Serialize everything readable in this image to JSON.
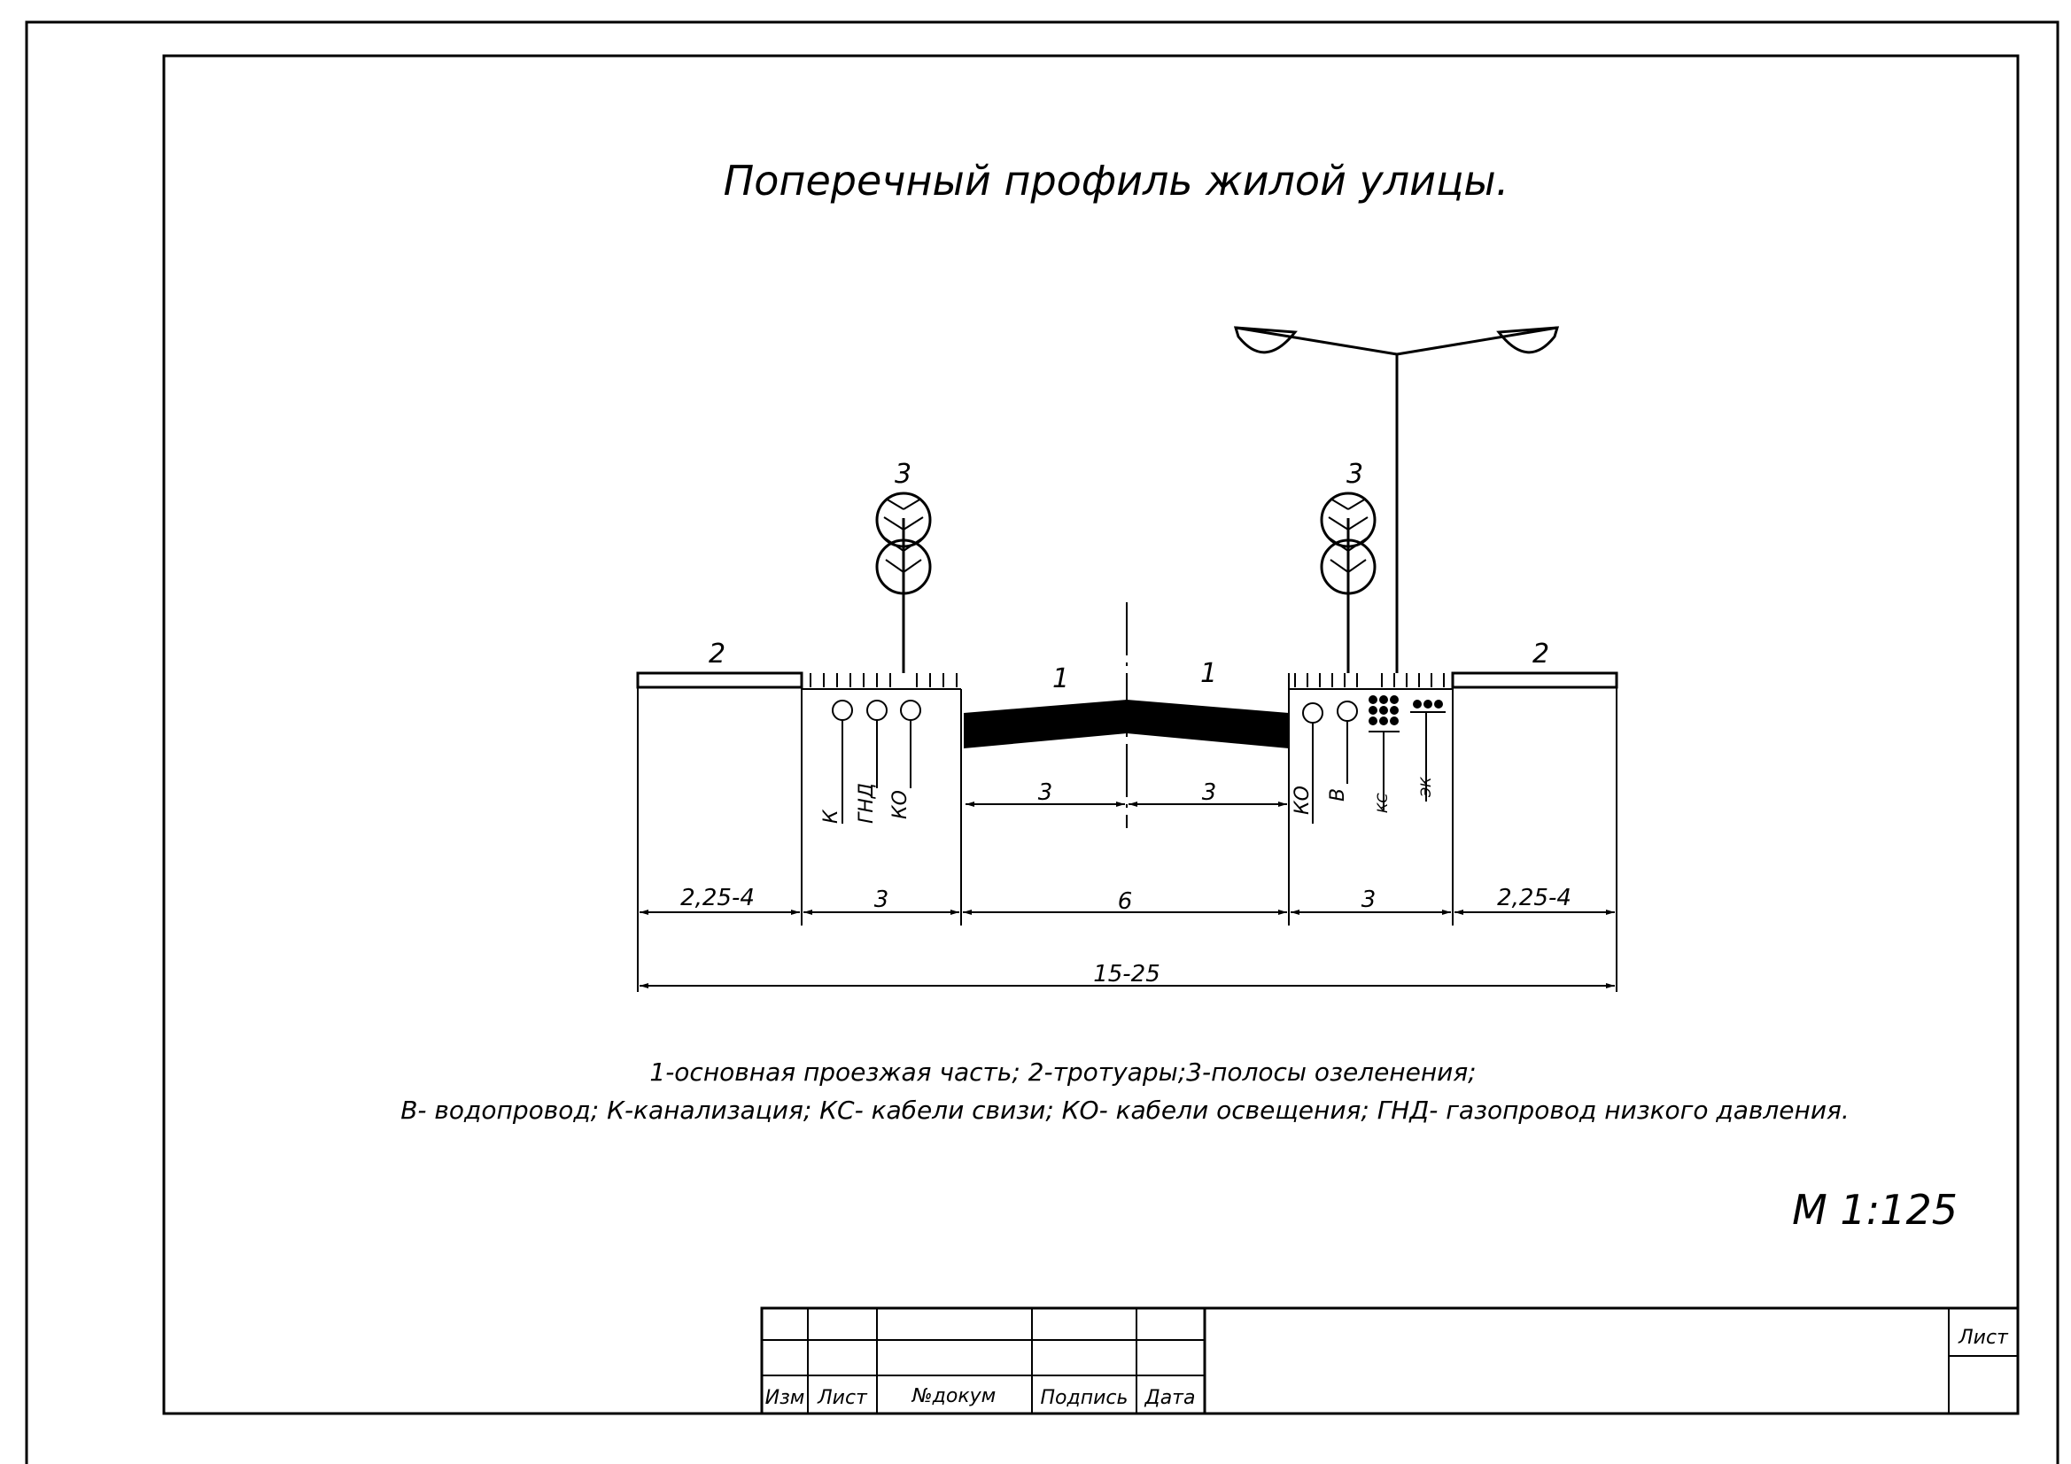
{
  "title": "Поперечный профиль  жилой улицы.",
  "labels": {
    "roadway": "1",
    "sidewalk": "2",
    "green_strip": "3"
  },
  "utilities_left": [
    "К",
    "ГНД",
    "КО"
  ],
  "utilities_right": [
    "КО",
    "В",
    "КС",
    "ЭК"
  ],
  "dimensions": {
    "half_road": "3",
    "sidewalk": "2,25-4",
    "green_strip": "3",
    "roadway": "6",
    "total": "15-25"
  },
  "legend": {
    "line1": "1-основная проезжая часть; 2-тротуары;3-полосы озеленения;",
    "line2": "В- водопровод; К-канализация; КС- кабели свизи; КО- кабели освещения; ГНД- газопровод низкого давления."
  },
  "scale": "М 1:125",
  "stamp": {
    "col_izm": "Изм",
    "col_list": "Лист",
    "col_doc": "№докум",
    "col_sign": "Подпись",
    "col_date": "Дата",
    "sheet_label": "Лист"
  },
  "colors": {
    "ink": "#000000",
    "paper": "#ffffff"
  }
}
